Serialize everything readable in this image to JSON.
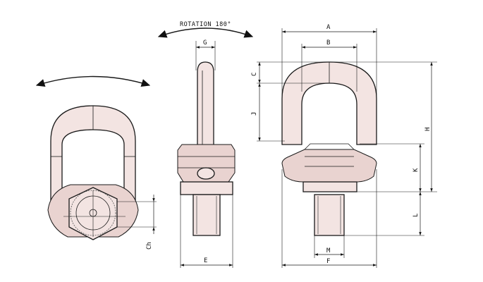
{
  "rotation_label": "ROTATION 180°",
  "dimension_labels": {
    "A": "A",
    "B": "B",
    "C": "C",
    "J": "J",
    "H": "H",
    "K": "K",
    "L": "L",
    "M": "M",
    "F": "F",
    "G": "G",
    "E": "E",
    "Ch": "Ch"
  }
}
